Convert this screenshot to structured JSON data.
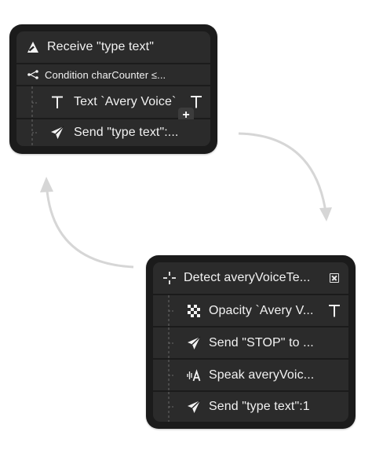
{
  "panel_a": {
    "header": "Receive \"type text\"",
    "condition": "Condition charCounter ≤...",
    "actions": [
      {
        "label": "Text `Avery Voice`",
        "icon": "text-icon"
      },
      {
        "label": "Send \"type text\":...",
        "icon": "send-icon"
      }
    ],
    "plus": "+"
  },
  "panel_b": {
    "header": "Detect averyVoiceTe...",
    "actions": [
      {
        "label": "Opacity `Avery V...",
        "icon": "opacity-checker-icon"
      },
      {
        "label": "Send \"STOP\" to ...",
        "icon": "send-icon"
      },
      {
        "label": "Speak averyVoic...",
        "icon": "speak-icon"
      },
      {
        "label": "Send \"type text\":1",
        "icon": "send-icon"
      }
    ]
  },
  "colors": {
    "panel_bg": "#1b1b1b",
    "row_bg": "#2b2b2b",
    "text": "#f2f2f2",
    "arrow": "#d6d6d6"
  }
}
